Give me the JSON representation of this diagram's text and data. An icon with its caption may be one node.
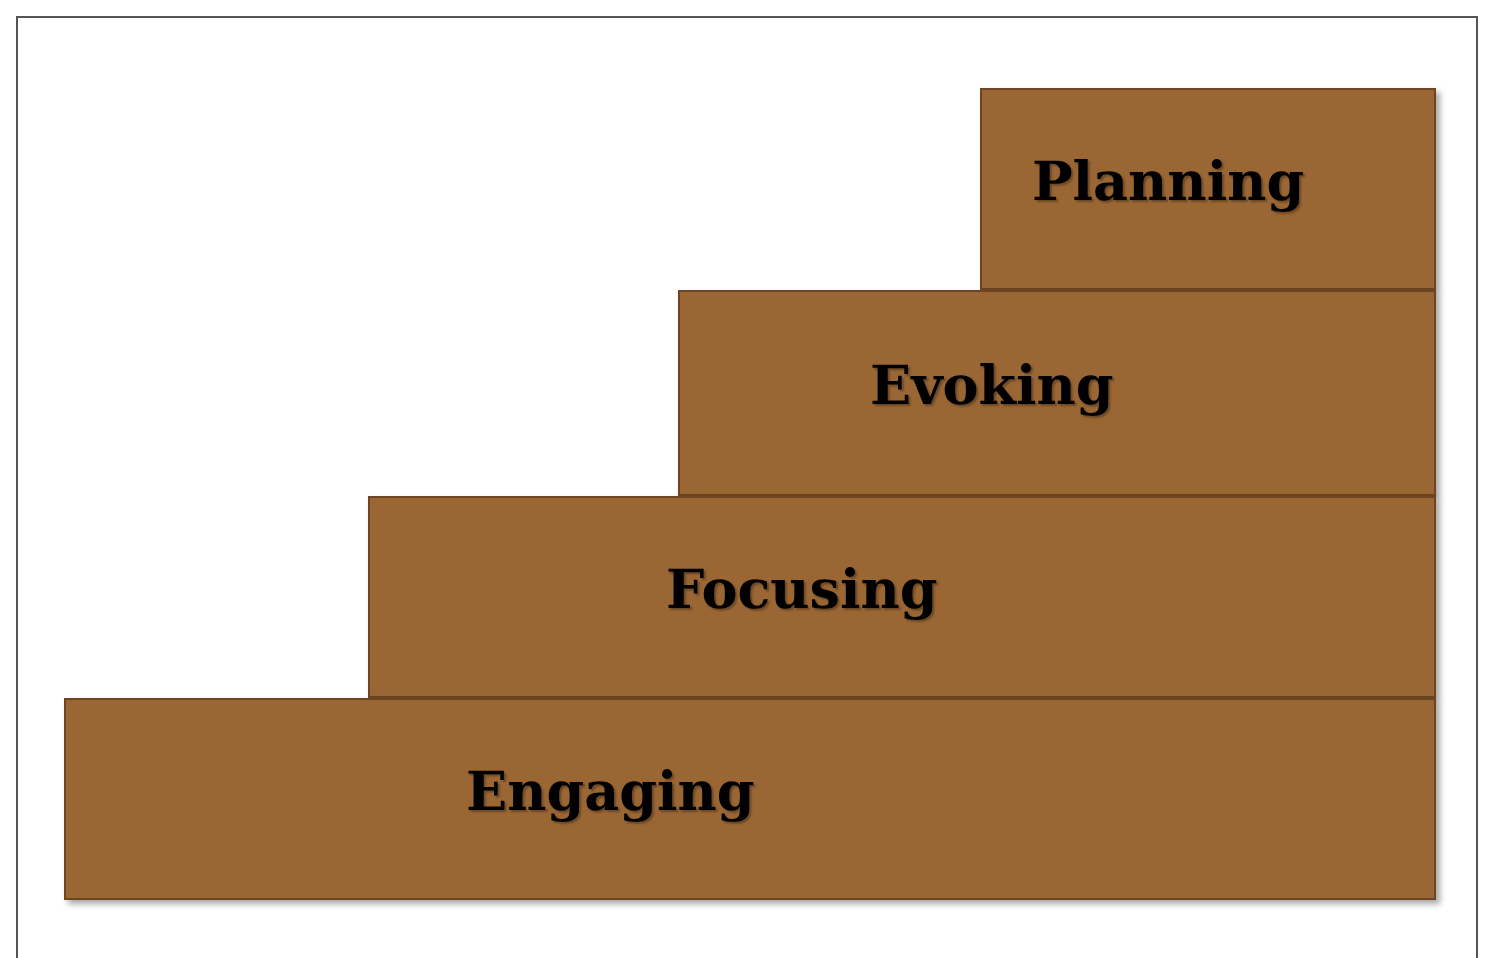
{
  "diagram": {
    "nodes": [
      {
        "text": [
          "Planning"
        ]
      },
      {
        "text": [
          "Evoking"
        ]
      },
      {
        "text": [
          "Focusing"
        ]
      },
      {
        "text": [
          "Engaging"
        ]
      }
    ]
  }
}
